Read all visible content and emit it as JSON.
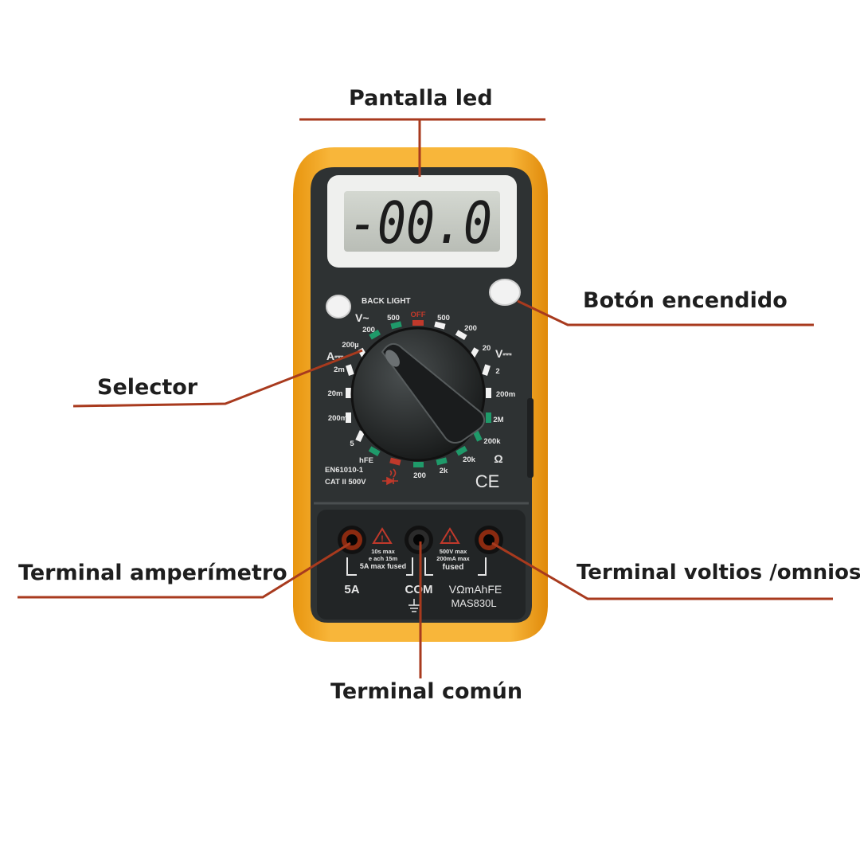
{
  "callouts": {
    "display": "Pantalla led",
    "power_button": "Botón encendido",
    "selector": "Selector",
    "ammeter_terminal": "Terminal amperímetro",
    "volt_ohm_terminal": "Terminal voltios /omnios",
    "common_terminal": "Terminal común"
  },
  "device": {
    "lcd_reading": "-00.0",
    "backlight_label": "BACK LIGHT",
    "off_label": "OFF",
    "range_labels": {
      "v_ac": "V~",
      "ac_500": "500",
      "ac_200": "200",
      "dc_500": "500",
      "dc_200": "200",
      "dc_20": "20",
      "v_dc": "V⎓",
      "dc_2": "2",
      "dc_200m": "200m",
      "ohm_2M": "2M",
      "ohm_200k": "200k",
      "ohm_20k": "20k",
      "ohm_sym": "Ω",
      "ohm_2k": "2k",
      "ohm_200": "200",
      "a_sym": "A⎓",
      "a_200u": "200µ",
      "a_2m": "2m",
      "a_20m": "20m",
      "a_200m": "200m",
      "a_5": "5",
      "hfe": "hFE"
    },
    "standard": "EN61010-1",
    "category": "CAT II 500V",
    "ce_mark": "CE",
    "warning_left": [
      "10s max",
      "e ach 15m",
      "5A max fused"
    ],
    "warning_right": [
      "500V max",
      "200mA max",
      "fused"
    ],
    "terminal_5a": "5A",
    "terminal_com": "COM",
    "terminal_vohm": "VΩmAhFE",
    "model": "MAS830L"
  },
  "colors": {
    "case_yellow": "#f5a623",
    "body_dark": "#2e3233",
    "lcd": "#c9cdc6",
    "leader_line": "#a83a1e",
    "scale_green": "#1f9a6a",
    "scale_red": "#c0392b"
  }
}
